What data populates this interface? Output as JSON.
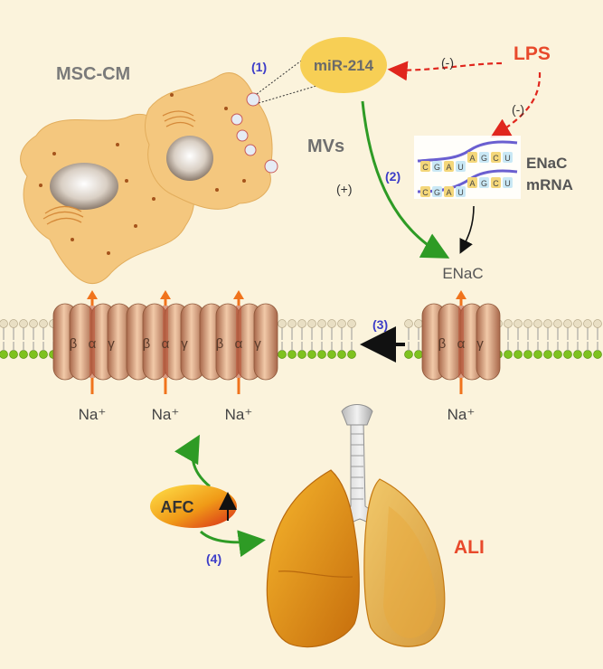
{
  "labels": {
    "msc_cm": "MSC-CM",
    "mir": "miR-214",
    "lps": "LPS",
    "mvs": "MVs",
    "enac_mrna_line1": "ENaC",
    "enac_mrna_line2": "mRNA",
    "enac": "ENaC",
    "afc": "AFC",
    "ali": "ALI",
    "step1": "(1)",
    "step2": "(2)",
    "step3": "(3)",
    "step4": "(4)",
    "inhibit_mir": "(-)",
    "inhibit_mrna": "(-)",
    "promote": "(+)",
    "subunit_beta": "β",
    "subunit_alpha": "α",
    "subunit_gamma": "γ",
    "sodium": "Na⁺",
    "mrna_bases_top": [
      "C",
      "G",
      "A",
      "U",
      "A",
      "G",
      "C",
      "U"
    ],
    "mrna_bases_bottom": [
      "C",
      "G",
      "A",
      "U",
      "A",
      "G",
      "C",
      "U"
    ]
  },
  "colors": {
    "background": "#fbf3dc",
    "cell": "#f4c77e",
    "mir_bubble": "#f7cf55",
    "lps_red": "#e8492b",
    "inhibit_arrow": "#e0261d",
    "promote_arrow": "#2e9b25",
    "channel": "#c98e69",
    "step_number": "#3c3cc8",
    "membrane_green": "#7ec21f",
    "lung": "#e39a1c"
  }
}
